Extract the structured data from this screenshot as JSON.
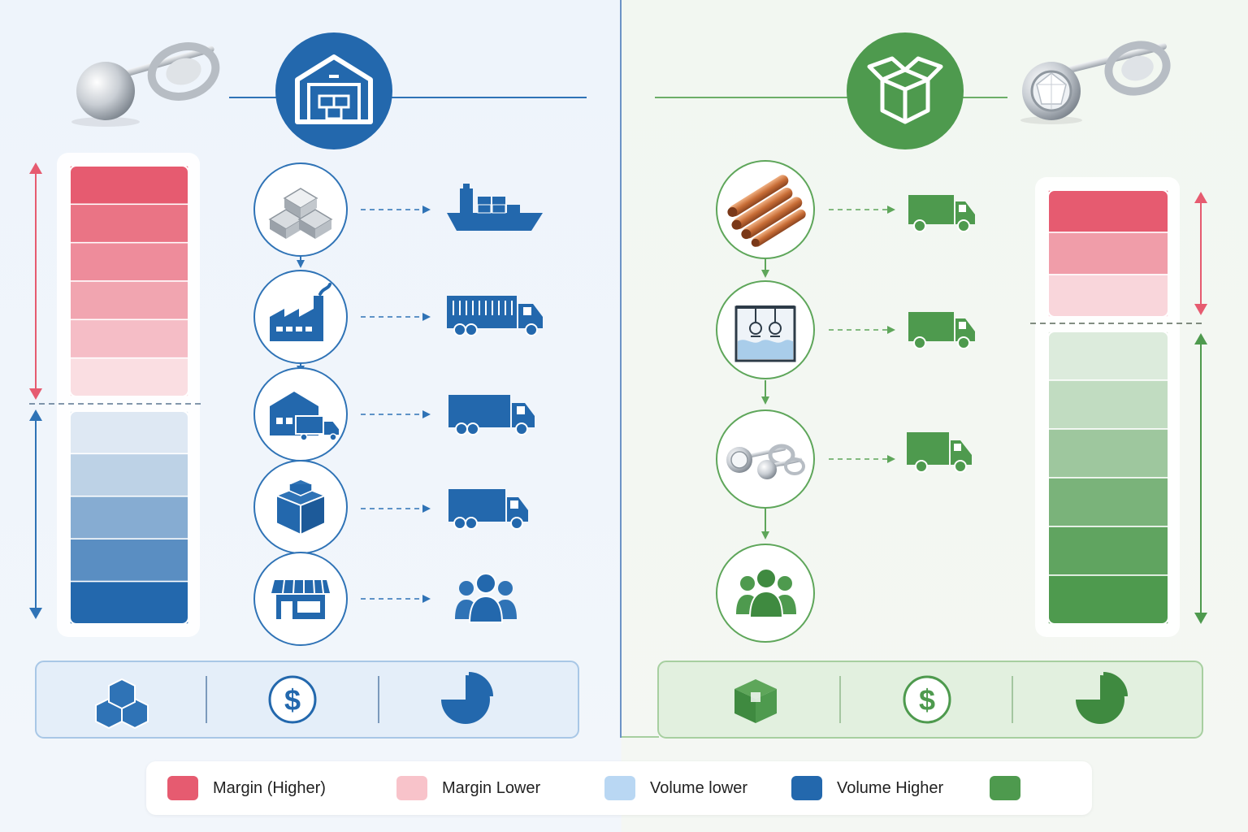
{
  "colors": {
    "blue_primary": "#2368ad",
    "green_primary": "#4e9a4e",
    "margin_high": "#e65b70",
    "margin_low": "#f8c3ca",
    "volume_low": "#b9d7f3",
    "volume_high": "#2368ad",
    "green_swatch": "#4e9a4e"
  },
  "left_flow": {
    "header_icon": "warehouse-icon",
    "product_icon": "ball-stud-earring-icon",
    "stages": [
      {
        "icon": "silver-bars-icon",
        "transport_icon": "cargo-ship-icon"
      },
      {
        "icon": "factory-icon",
        "transport_icon": "container-truck-icon"
      },
      {
        "icon": "distribution-warehouse-icon",
        "transport_icon": "box-truck-icon"
      },
      {
        "icon": "packaging-boxes-icon",
        "transport_icon": "box-truck-icon"
      },
      {
        "icon": "retail-store-icon",
        "transport_icon": "customers-icon"
      }
    ],
    "bar_segments": [
      {
        "group": "margin",
        "shade": 1.0
      },
      {
        "group": "margin",
        "shade": 0.85
      },
      {
        "group": "margin",
        "shade": 0.7
      },
      {
        "group": "margin",
        "shade": 0.55
      },
      {
        "group": "margin",
        "shade": 0.4
      },
      {
        "group": "margin",
        "shade": 0.2
      },
      {
        "group": "volume",
        "shade": 0.15
      },
      {
        "group": "volume",
        "shade": 0.3
      },
      {
        "group": "volume",
        "shade": 0.55
      },
      {
        "group": "volume",
        "shade": 0.75
      },
      {
        "group": "volume",
        "shade": 1.0
      }
    ],
    "summary_icons": [
      "cubes-icon",
      "dollar-icon",
      "pie-chart-icon"
    ]
  },
  "right_flow": {
    "header_icon": "open-box-icon",
    "product_icon": "crystal-stud-earring-icon",
    "stages": [
      {
        "icon": "copper-tubes-icon",
        "transport_icon": "delivery-truck-icon"
      },
      {
        "icon": "plating-bath-icon",
        "transport_icon": "delivery-truck-icon"
      },
      {
        "icon": "finished-earrings-icon",
        "transport_icon": "delivery-truck-icon"
      },
      {
        "icon": "customers-icon",
        "transport_icon": ""
      }
    ],
    "bar_segments": [
      {
        "group": "margin",
        "shade": 1.0
      },
      {
        "group": "margin",
        "shade": 0.6
      },
      {
        "group": "margin",
        "shade": 0.25
      },
      {
        "group": "volume",
        "shade": 0.2
      },
      {
        "group": "volume",
        "shade": 0.35
      },
      {
        "group": "volume",
        "shade": 0.55
      },
      {
        "group": "volume",
        "shade": 0.75
      },
      {
        "group": "volume",
        "shade": 0.9
      },
      {
        "group": "volume",
        "shade": 1.0
      }
    ],
    "summary_icons": [
      "cube-icon",
      "dollar-icon",
      "pie-chart-icon"
    ]
  },
  "legend": [
    {
      "label": "Margin (Higher)",
      "color": "#e65b70"
    },
    {
      "label": "Margin Lower",
      "color": "#f8c3ca"
    },
    {
      "label": "Volume lower",
      "color": "#b9d7f3"
    },
    {
      "label": "Volume Higher",
      "color": "#2368ad"
    },
    {
      "label": "",
      "color": "#4e9a4e"
    }
  ]
}
